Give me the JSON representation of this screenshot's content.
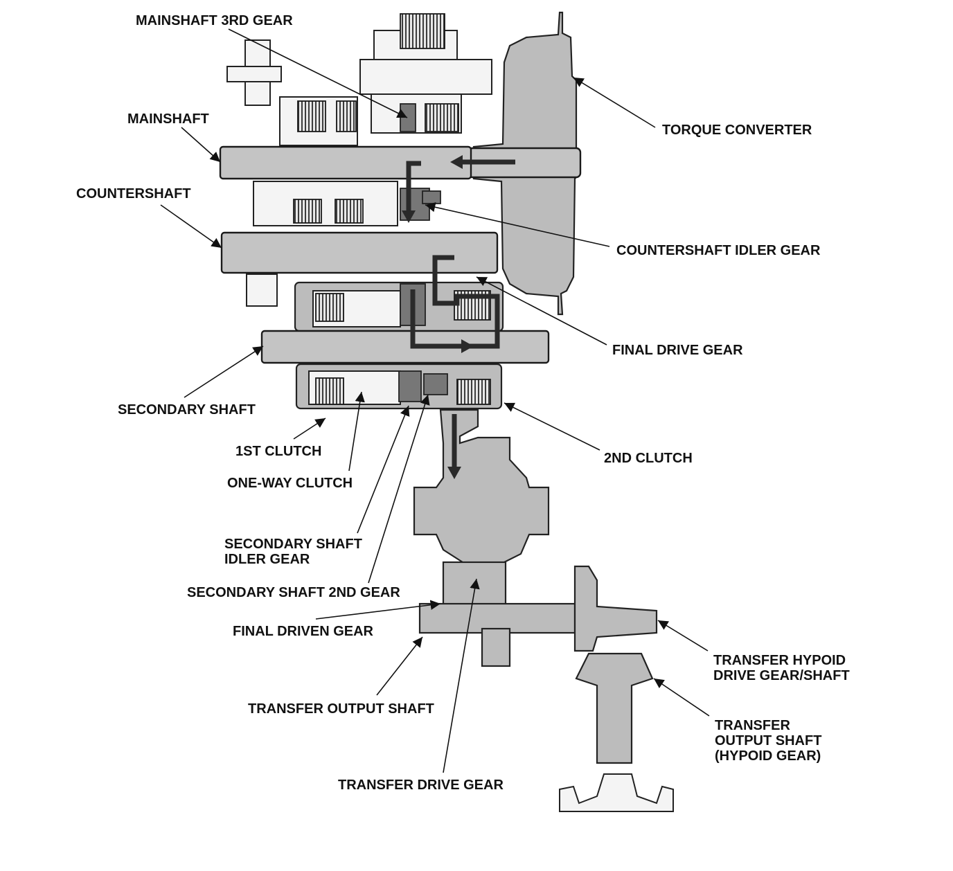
{
  "labels": {
    "mainshaft_3rd_gear": "MAINSHAFT 3RD GEAR",
    "mainshaft": "MAINSHAFT",
    "countershaft": "COUNTERSHAFT",
    "torque_converter": "TORQUE CONVERTER",
    "countershaft_idler_gear": "COUNTERSHAFT IDLER GEAR",
    "final_drive_gear": "FINAL DRIVE GEAR",
    "secondary_shaft": "SECONDARY SHAFT",
    "first_clutch": "1ST CLUTCH",
    "second_clutch": "2ND CLUTCH",
    "one_way_clutch": "ONE-WAY CLUTCH",
    "secondary_shaft_idler_gear_line1": "SECONDARY SHAFT",
    "secondary_shaft_idler_gear_line2": "IDLER GEAR",
    "secondary_shaft_2nd_gear": "SECONDARY SHAFT 2ND GEAR",
    "final_driven_gear": "FINAL DRIVEN GEAR",
    "transfer_output_shaft": "TRANSFER OUTPUT SHAFT",
    "transfer_hypoid_line1": "TRANSFER HYPOID",
    "transfer_hypoid_line2": "DRIVE GEAR/SHAFT",
    "transfer_output_hypoid_line1": "TRANSFER",
    "transfer_output_hypoid_line2": "OUTPUT SHAFT",
    "transfer_output_hypoid_line3": "(HYPOID GEAR)",
    "transfer_drive_gear": "TRANSFER DRIVE GEAR"
  }
}
